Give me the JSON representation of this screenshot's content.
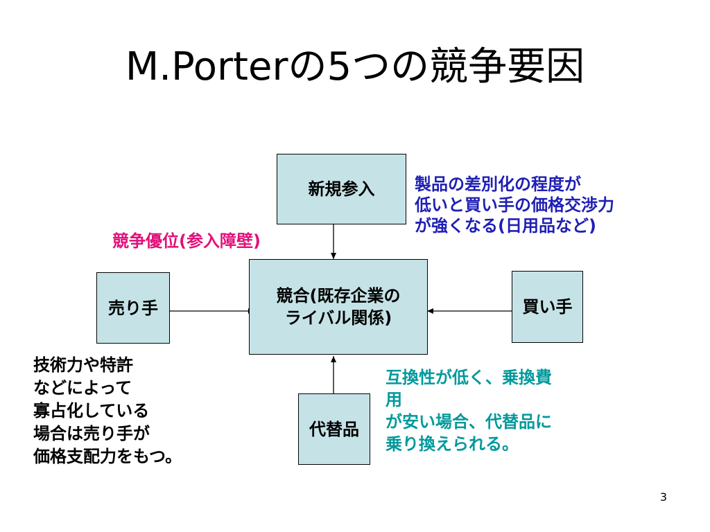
{
  "title": "M.Porterの5つの競争要因",
  "boxes": {
    "new_entrants": "新規参入",
    "rivalry_line1": "競合(既存企業の",
    "rivalry_line2": "ライバル関係)",
    "sellers": "売り手",
    "buyers": "買い手",
    "substitutes": "代替品"
  },
  "notes": {
    "entry_barrier": "競争優位(参入障壁)",
    "buyer_power": [
      "製品の差別化の程度が",
      "低いと買い手の価格交渉力",
      "が強くなる(日用品など)"
    ],
    "seller_power": [
      "技術力や特許",
      "などによって",
      "寡占化している",
      "場合は売り手が",
      "価格支配力をもつ。"
    ],
    "substitute_threat": [
      "互換性が低く、乗換費",
      "用",
      "が安い場合、代替品に",
      "乗り換えられる。"
    ]
  },
  "page_number": "3",
  "colors": {
    "box_fill": "#c5e3e6",
    "blue_text": "#1f1fb4",
    "pink_text": "#e0107a",
    "teal_text": "#00999b"
  }
}
